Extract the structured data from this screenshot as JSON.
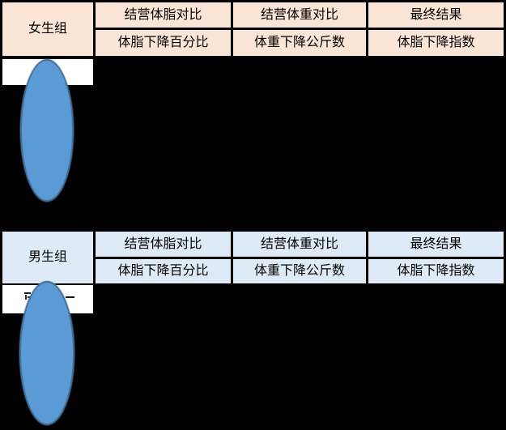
{
  "colors": {
    "page_background": "#000000",
    "girls_header_fill": "#FBE5D6",
    "boys_header_fill": "#DEEBF7",
    "data_cell_fill": "#FFFFFF",
    "oval_fill": "#5B9BD5",
    "oval_border": "#41719C",
    "grid_border": "#000000",
    "text": "#000000"
  },
  "girls_table": {
    "group_label": "女生组",
    "columns": [
      {
        "header": "结营体脂对比",
        "subheader": "体脂下降百分比"
      },
      {
        "header": "结营体重对比",
        "subheader": "体重下降公斤数"
      },
      {
        "header": "最终结果",
        "subheader": "体脂下降指数"
      }
    ]
  },
  "boys_table": {
    "group_label": "男生组",
    "columns": [
      {
        "header": "结营体脂对比",
        "subheader": "体脂下降百分比"
      },
      {
        "header": "结营体重对比",
        "subheader": "体重下降公斤数"
      },
      {
        "header": "最终结果",
        "subheader": "体脂下降指数"
      }
    ]
  },
  "annotations": {
    "oval1_description": "blue oval covering first data cell of girls table",
    "oval2_description": "blue oval covering first data cell of boys table"
  }
}
